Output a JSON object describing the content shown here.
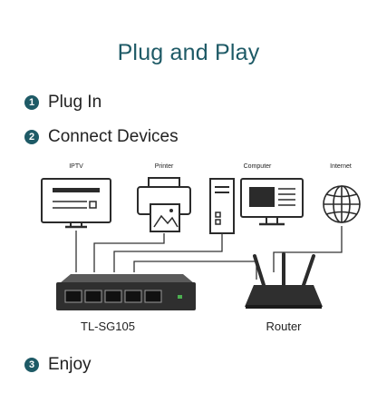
{
  "title": "Plug and Play",
  "steps": [
    {
      "num": "1",
      "text": "Plug In"
    },
    {
      "num": "2",
      "text": "Connect Devices"
    },
    {
      "num": "3",
      "text": "Enjoy"
    }
  ],
  "devices": {
    "iptv": "IPTV",
    "printer": "Printer",
    "computer": "Computer",
    "internet": "Internet"
  },
  "switch_label": "TL-SG105",
  "router_label": "Router",
  "colors": {
    "accent": "#1e5a66",
    "switch_body": "#2f2f2f",
    "line": "#333333"
  }
}
